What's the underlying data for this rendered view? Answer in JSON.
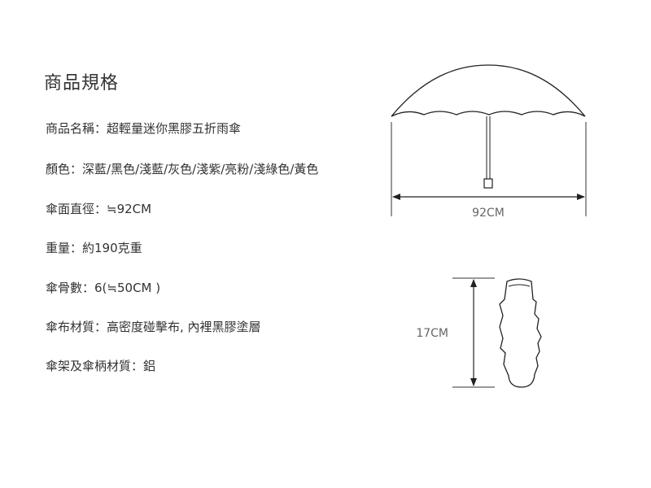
{
  "title": "商品規格",
  "specs": [
    {
      "label": "商品名稱：",
      "value": "超輕量迷你黑膠五折雨傘"
    },
    {
      "label": "顏色：",
      "value": "深藍/黑色/淺藍/灰色/淺紫/亮粉/淺綠色/黃色"
    },
    {
      "label": "傘面直徑：",
      "value": "≒92CM"
    },
    {
      "label": "重量：",
      "value": "約190克重"
    },
    {
      "label": "傘骨數：",
      "value": "6(≒50CM )"
    },
    {
      "label": "傘布材質：",
      "value": "高密度碰擊布, 內裡黑膠塗層"
    },
    {
      "label": "傘架及傘柄材質：",
      "value": "鋁"
    }
  ],
  "diagram": {
    "open_width_label": "92CM",
    "folded_length_label": "17CM"
  }
}
